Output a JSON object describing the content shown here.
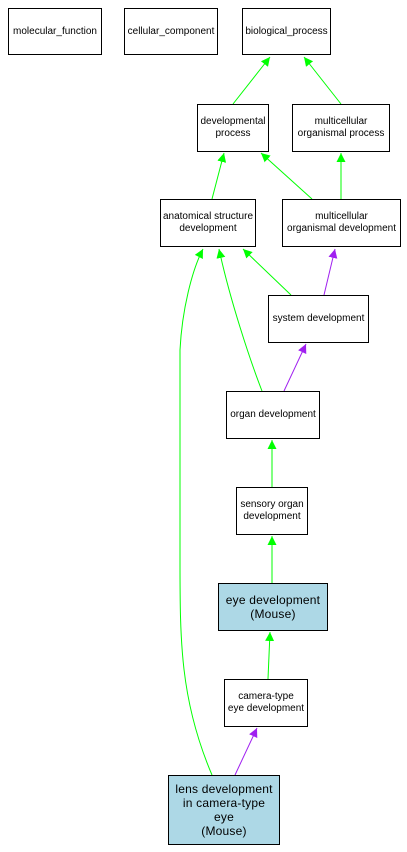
{
  "colors": {
    "is_a": "#00ff00",
    "part_of": "#a020f0",
    "highlight_fill": "#add8e6",
    "node_fill": "#ffffff",
    "border": "#000000"
  },
  "nodes": {
    "molecular_function": {
      "lines": [
        "molecular_function"
      ]
    },
    "cellular_component": {
      "lines": [
        "cellular_component"
      ]
    },
    "biological_process": {
      "lines": [
        "biological_process"
      ]
    },
    "developmental_process": {
      "lines": [
        "developmental",
        "process"
      ]
    },
    "multicellular_organismal_process": {
      "lines": [
        "multicellular",
        "organismal process"
      ]
    },
    "anatomical_structure_development": {
      "lines": [
        "anatomical structure",
        "development"
      ]
    },
    "multicellular_organismal_development": {
      "lines": [
        "multicellular",
        "organismal development"
      ]
    },
    "system_development": {
      "lines": [
        "system development"
      ]
    },
    "organ_development": {
      "lines": [
        "organ development"
      ]
    },
    "sensory_organ_development": {
      "lines": [
        "sensory organ",
        "development"
      ]
    },
    "eye_development": {
      "lines": [
        "eye development",
        "(Mouse)"
      ],
      "highlighted": true
    },
    "camera_type_eye_development": {
      "lines": [
        "camera-type",
        "eye development"
      ]
    },
    "lens_development": {
      "lines": [
        "lens development",
        "in camera-type",
        "eye",
        "(Mouse)"
      ],
      "highlighted": true
    }
  },
  "edges": [
    {
      "from": "developmental_process",
      "to": "biological_process",
      "relation": "is_a"
    },
    {
      "from": "multicellular_organismal_process",
      "to": "biological_process",
      "relation": "is_a"
    },
    {
      "from": "anatomical_structure_development",
      "to": "developmental_process",
      "relation": "is_a"
    },
    {
      "from": "multicellular_organismal_development",
      "to": "developmental_process",
      "relation": "is_a"
    },
    {
      "from": "multicellular_organismal_development",
      "to": "multicellular_organismal_process",
      "relation": "is_a"
    },
    {
      "from": "system_development",
      "to": "anatomical_structure_development",
      "relation": "is_a"
    },
    {
      "from": "system_development",
      "to": "multicellular_organismal_development",
      "relation": "part_of"
    },
    {
      "from": "organ_development",
      "to": "anatomical_structure_development",
      "relation": "is_a"
    },
    {
      "from": "organ_development",
      "to": "system_development",
      "relation": "part_of"
    },
    {
      "from": "sensory_organ_development",
      "to": "organ_development",
      "relation": "is_a"
    },
    {
      "from": "eye_development",
      "to": "sensory_organ_development",
      "relation": "is_a"
    },
    {
      "from": "camera_type_eye_development",
      "to": "eye_development",
      "relation": "is_a"
    },
    {
      "from": "lens_development",
      "to": "camera_type_eye_development",
      "relation": "part_of"
    },
    {
      "from": "lens_development",
      "to": "anatomical_structure_development",
      "relation": "is_a"
    }
  ]
}
